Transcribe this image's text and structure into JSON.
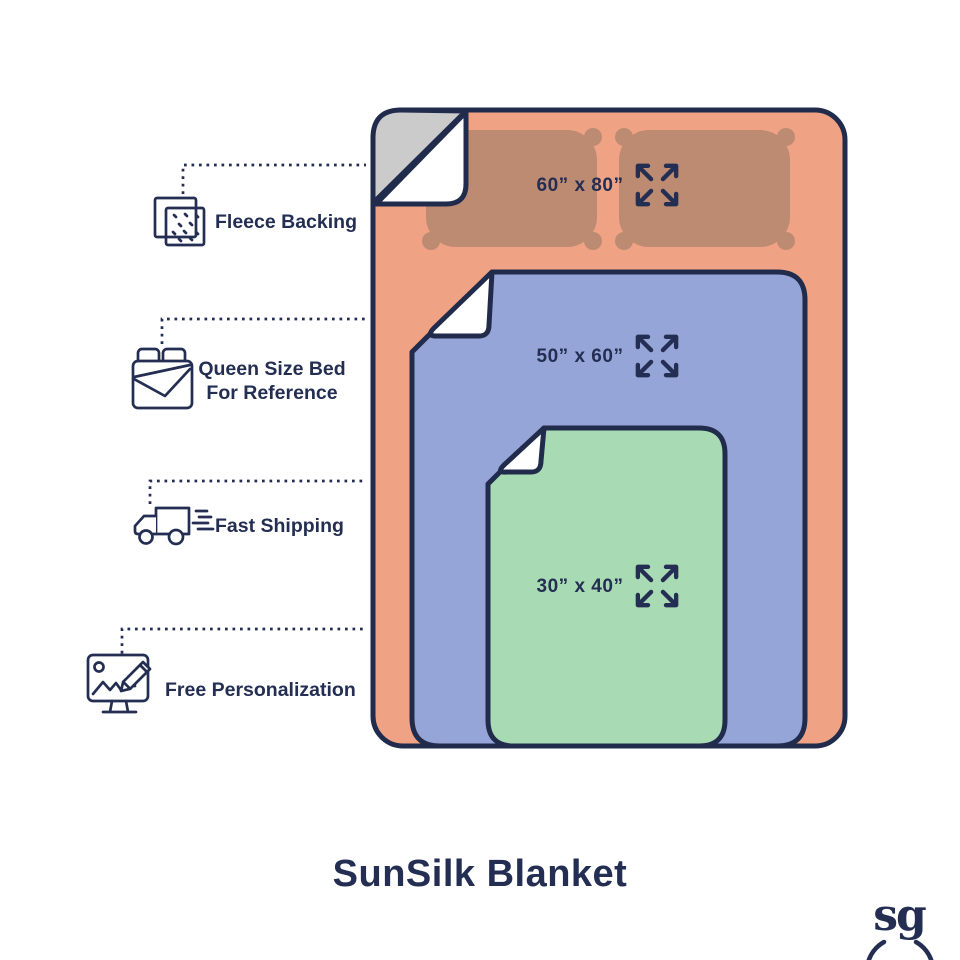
{
  "title": "SunSilk Blanket",
  "logo": {
    "text": "sg"
  },
  "features": [
    {
      "label": "Fleece Backing"
    },
    {
      "label": "Queen Size Bed",
      "label2": "For Reference"
    },
    {
      "label": "Fast Shipping"
    },
    {
      "label": "Free Personalization"
    }
  ],
  "blankets": [
    {
      "id": "large",
      "size_label": "60” x 80”",
      "color": "#F0A284"
    },
    {
      "id": "medium",
      "size_label": "50” x 60”",
      "color": "#96A5D8"
    },
    {
      "id": "small",
      "size_label": "30” x 40”",
      "color": "#A8DBB4"
    }
  ],
  "colors": {
    "outline_navy": "#212C4D",
    "text_navy": "#232E52",
    "pillow_brown": "#BC8B72",
    "fold_gray": "#CBCBCB",
    "fold_white": "#FFFFFF",
    "background": "#FFFFFF"
  }
}
